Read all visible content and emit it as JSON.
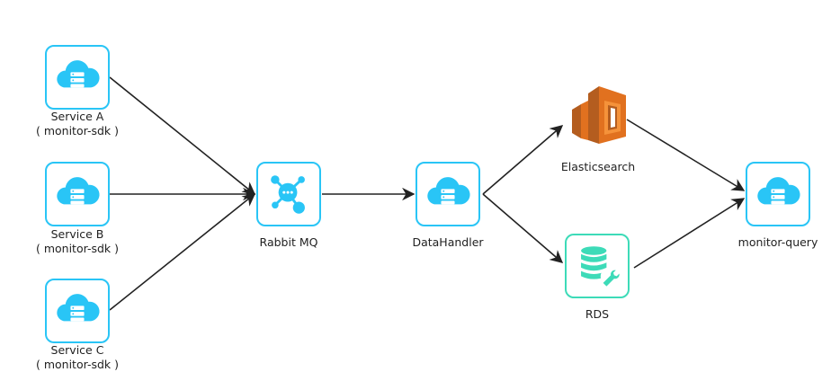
{
  "colors": {
    "accent": "#29c5f6",
    "rds": "#3ddbb8",
    "elastic_dark": "#b45d1f",
    "elastic_mid": "#e1711f",
    "elastic_light": "#f5923a",
    "line": "#222222"
  },
  "nodes": {
    "service_a": {
      "label": "Service A",
      "sublabel": "( monitor-sdk )",
      "icon": "cloud-server-icon"
    },
    "service_b": {
      "label": "Service B",
      "sublabel": "( monitor-sdk )",
      "icon": "cloud-server-icon"
    },
    "service_c": {
      "label": "Service C",
      "sublabel": "( monitor-sdk )",
      "icon": "cloud-server-icon"
    },
    "rabbit_mq": {
      "label": "Rabbit MQ",
      "icon": "message-queue-icon"
    },
    "data_handler": {
      "label": "DataHandler",
      "icon": "cloud-server-icon"
    },
    "elasticsearch": {
      "label": "Elasticsearch",
      "icon": "elasticsearch-icon"
    },
    "rds": {
      "label": "RDS",
      "icon": "database-wrench-icon"
    },
    "monitor_query": {
      "label": "monitor-query",
      "icon": "cloud-server-icon"
    }
  },
  "edges": [
    {
      "from": "service_a",
      "to": "rabbit_mq"
    },
    {
      "from": "service_b",
      "to": "rabbit_mq"
    },
    {
      "from": "service_c",
      "to": "rabbit_mq"
    },
    {
      "from": "rabbit_mq",
      "to": "data_handler"
    },
    {
      "from": "data_handler",
      "to": "elasticsearch"
    },
    {
      "from": "data_handler",
      "to": "rds"
    },
    {
      "from": "elasticsearch",
      "to": "monitor_query"
    },
    {
      "from": "rds",
      "to": "monitor_query"
    }
  ]
}
